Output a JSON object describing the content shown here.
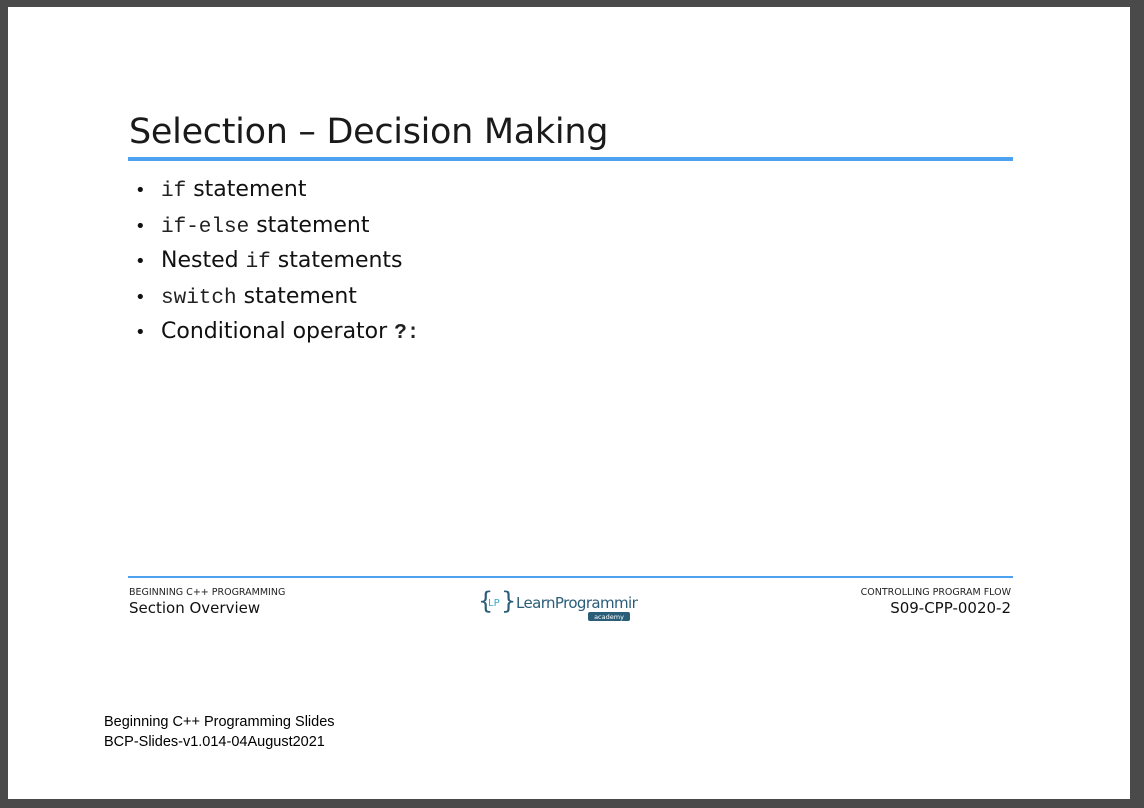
{
  "slide": {
    "title": "Selection – Decision Making",
    "bullets": [
      {
        "code": "if",
        "text": " statement"
      },
      {
        "code": "if-else",
        "text": " statement"
      },
      {
        "pre": "Nested ",
        "code": "if",
        "text": " statements"
      },
      {
        "code": "switch",
        "text": " statement"
      },
      {
        "pre": "Conditional operator ",
        "code": "?:",
        "text": ""
      }
    ]
  },
  "footer": {
    "course_label": "BEGINNING C++ PROGRAMMING",
    "section_title": "Section Overview",
    "topic_label": "CONTROLLING PROGRAM FLOW",
    "slide_id": "S09-CPP-0020-2",
    "logo_text": "LearnProgramming",
    "logo_sub": "academy",
    "logo_mark": "LP"
  },
  "document": {
    "line1": "Beginning C++ Programming Slides",
    "line2": "BCP-Slides-v1.014-04August2021"
  },
  "colors": {
    "accent": "#4ea1ef",
    "logo_dark": "#2a5d77",
    "logo_light": "#3aa6c9"
  }
}
